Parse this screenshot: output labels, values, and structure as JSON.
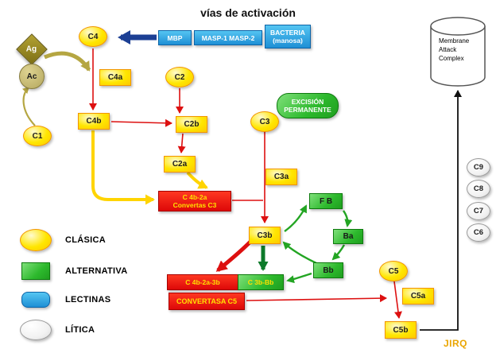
{
  "title": "vías de activación",
  "signature": "JIRQ",
  "colors": {
    "classic_yellow": "#FFE000",
    "alternative_green": "#2DB92D",
    "lectin_blue": "#1E8FD5",
    "convertase_red": "#DD0808",
    "arrow_blue": "#1C3F94",
    "antigen_olive": "#B5A642"
  },
  "nodes": {
    "ag": "Ag",
    "ac": "Ac",
    "c1": "C1",
    "c4": "C4",
    "c4a": "C4a",
    "c4b": "C4b",
    "c2": "C2",
    "c2b": "C2b",
    "c2a": "C2a",
    "mbp": "MBP",
    "masp": "MASP-1 MASP-2",
    "bacteria_line1": "BACTERIA",
    "bacteria_line2": "(manosa)",
    "excision_line1": "EXCISIÓN",
    "excision_line2": "PERMANENTE",
    "c3": "C3",
    "c3a": "C3a",
    "c3b": "C3b",
    "fb": "F B",
    "ba": "Ba",
    "bb": "Bb",
    "convertasa_c3_line1": "C 4b-2a",
    "convertasa_c3_line2": "Convertas C3",
    "c4b_2a_3b": "C 4b-2a-3b",
    "convertasa_c5": "CONVERTASA C5",
    "c3b_bb": "C 3b-Bb",
    "mac": "Membrane Attack Complex",
    "c9": "C9",
    "c8": "C8",
    "c7": "C7",
    "c6": "C6",
    "c5": "C5",
    "c5a": "C5a",
    "c5b": "C5b"
  },
  "legend": {
    "clasica": "CLÁSICA",
    "alternativa": "ALTERNATIVA",
    "lectinas": "LECTINAS",
    "litica": "LÍTICA"
  }
}
